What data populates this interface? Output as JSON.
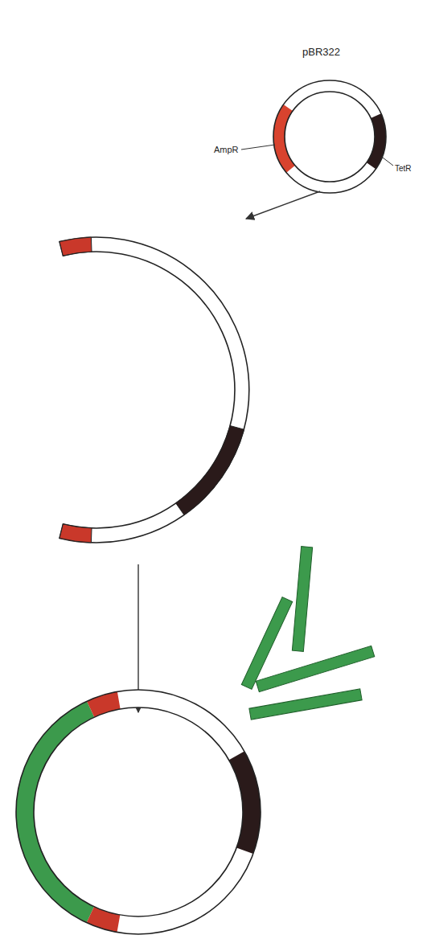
{
  "diagram": {
    "labels": [
      "pBR322",
      "AmpR",
      "TetR"
    ]
  }
}
